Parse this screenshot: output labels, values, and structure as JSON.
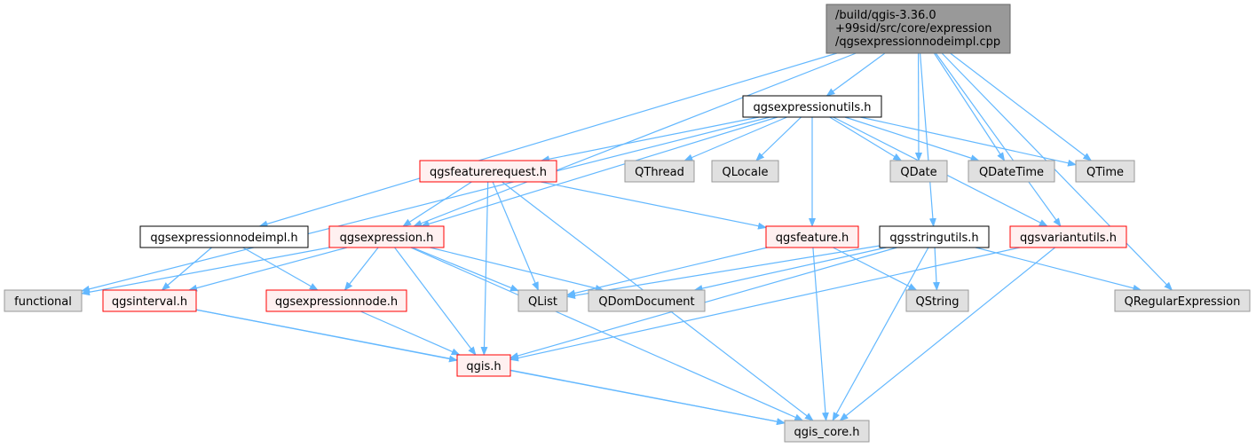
{
  "colors": {
    "edge": "#63b8ff",
    "root_fill": "#999999",
    "root_border": "#666666",
    "doc_fill": "#ffffff",
    "doc_border": "#000000",
    "red_fill": "#fff0f0",
    "red_border": "#ff0000",
    "ext_fill": "#e0e0e0",
    "ext_border": "#999999"
  },
  "nodes": {
    "root": {
      "lines": [
        "/build/qgis-3.36.0",
        "+99sid/src/core/expression",
        "/qgsexpressionnodeimpl.cpp"
      ],
      "kind": "root"
    },
    "exprutils": {
      "lines": [
        "qgsexpressionutils.h"
      ],
      "kind": "doc"
    },
    "featreq": {
      "lines": [
        "qgsfeaturerequest.h"
      ],
      "kind": "red"
    },
    "qthread": {
      "lines": [
        "QThread"
      ],
      "kind": "ext"
    },
    "qlocale": {
      "lines": [
        "QLocale"
      ],
      "kind": "ext"
    },
    "qdate": {
      "lines": [
        "QDate"
      ],
      "kind": "ext"
    },
    "qdatetime": {
      "lines": [
        "QDateTime"
      ],
      "kind": "ext"
    },
    "qtime": {
      "lines": [
        "QTime"
      ],
      "kind": "ext"
    },
    "nodeimpl": {
      "lines": [
        "qgsexpressionnodeimpl.h"
      ],
      "kind": "doc"
    },
    "expression": {
      "lines": [
        "qgsexpression.h"
      ],
      "kind": "red"
    },
    "feature": {
      "lines": [
        "qgsfeature.h"
      ],
      "kind": "red"
    },
    "stringutils": {
      "lines": [
        "qgsstringutils.h"
      ],
      "kind": "doc"
    },
    "variantutils": {
      "lines": [
        "qgsvariantutils.h"
      ],
      "kind": "red"
    },
    "functional": {
      "lines": [
        "functional"
      ],
      "kind": "ext"
    },
    "interval": {
      "lines": [
        "qgsinterval.h"
      ],
      "kind": "red"
    },
    "exprnode": {
      "lines": [
        "qgsexpressionnode.h"
      ],
      "kind": "red"
    },
    "qlist": {
      "lines": [
        "QList"
      ],
      "kind": "ext"
    },
    "qdomdocument": {
      "lines": [
        "QDomDocument"
      ],
      "kind": "ext"
    },
    "qstring": {
      "lines": [
        "QString"
      ],
      "kind": "ext"
    },
    "qregexp": {
      "lines": [
        "QRegularExpression"
      ],
      "kind": "ext"
    },
    "qgis": {
      "lines": [
        "qgis.h"
      ],
      "kind": "red"
    },
    "qgiscore": {
      "lines": [
        "qgis_core.h"
      ],
      "kind": "ext"
    }
  },
  "edges": [
    [
      "root",
      "exprutils"
    ],
    [
      "root",
      "nodeimpl"
    ],
    [
      "root",
      "expression"
    ],
    [
      "root",
      "qdate"
    ],
    [
      "root",
      "qdatetime"
    ],
    [
      "root",
      "qtime"
    ],
    [
      "root",
      "stringutils"
    ],
    [
      "root",
      "variantutils"
    ],
    [
      "root",
      "qregexp"
    ],
    [
      "exprutils",
      "featreq"
    ],
    [
      "exprutils",
      "qthread"
    ],
    [
      "exprutils",
      "qlocale"
    ],
    [
      "exprutils",
      "qdate"
    ],
    [
      "exprutils",
      "qdatetime"
    ],
    [
      "exprutils",
      "qtime"
    ],
    [
      "exprutils",
      "feature"
    ],
    [
      "exprutils",
      "variantutils"
    ],
    [
      "exprutils",
      "expression"
    ],
    [
      "exprutils",
      "functional"
    ],
    [
      "featreq",
      "expression"
    ],
    [
      "featreq",
      "feature"
    ],
    [
      "featreq",
      "qlist"
    ],
    [
      "featreq",
      "qgis"
    ],
    [
      "featreq",
      "qgiscore"
    ],
    [
      "nodeimpl",
      "interval"
    ],
    [
      "nodeimpl",
      "exprnode"
    ],
    [
      "expression",
      "functional"
    ],
    [
      "expression",
      "interval"
    ],
    [
      "expression",
      "exprnode"
    ],
    [
      "expression",
      "qlist"
    ],
    [
      "expression",
      "qdomdocument"
    ],
    [
      "expression",
      "qgis"
    ],
    [
      "expression",
      "qgiscore"
    ],
    [
      "feature",
      "qlist"
    ],
    [
      "feature",
      "qstring"
    ],
    [
      "feature",
      "qgiscore"
    ],
    [
      "stringutils",
      "qlist"
    ],
    [
      "stringutils",
      "qdomdocument"
    ],
    [
      "stringutils",
      "qstring"
    ],
    [
      "stringutils",
      "qregexp"
    ],
    [
      "stringutils",
      "qgis"
    ],
    [
      "stringutils",
      "qgiscore"
    ],
    [
      "variantutils",
      "qgis"
    ],
    [
      "variantutils",
      "qgiscore"
    ],
    [
      "interval",
      "qgis"
    ],
    [
      "interval",
      "qgiscore"
    ],
    [
      "exprnode",
      "qgis"
    ],
    [
      "qgis",
      "qgiscore"
    ]
  ]
}
